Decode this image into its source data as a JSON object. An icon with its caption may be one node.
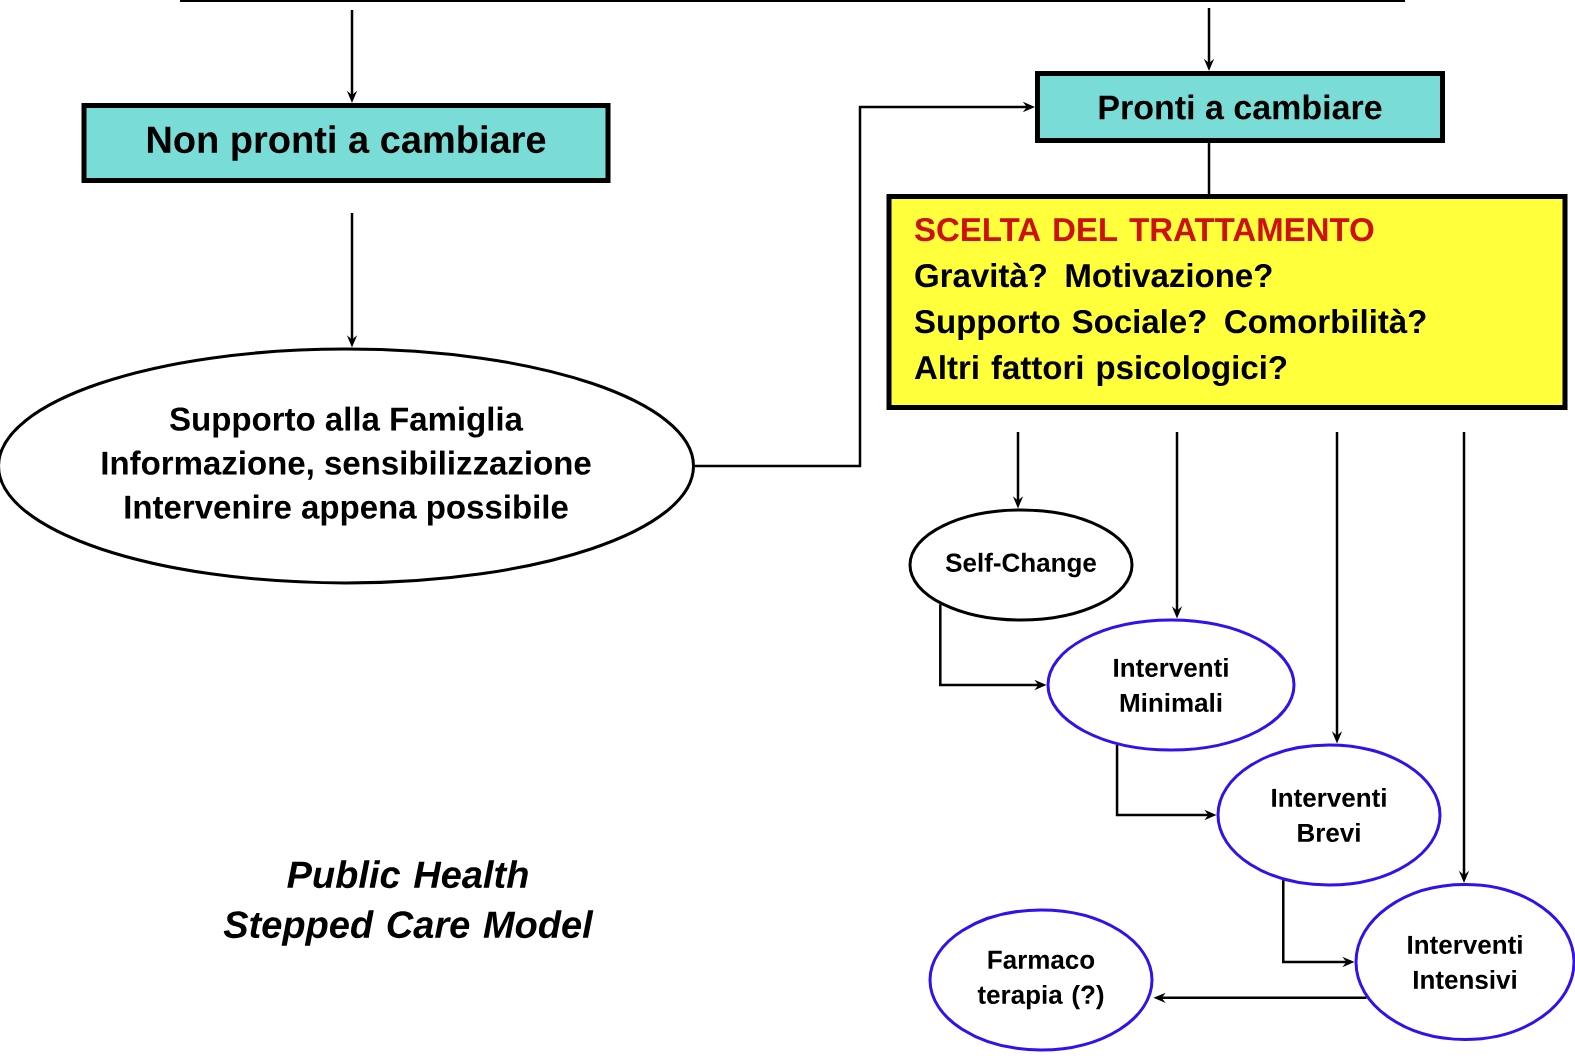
{
  "diagram": {
    "nodes": [
      {
        "text": [
          "Non pronti a cambiare"
        ]
      },
      {
        "text": [
          "Pronti a cambiare"
        ]
      },
      {
        "text": [
          "Supporto alla Famiglia",
          "Informazione, sensibilizzazione",
          "Intervenire appena possibile"
        ]
      },
      {
        "text": [
          "SCELTA DEL TRATTAMENTO",
          "Gravità? Motivazione?",
          "Supporto Sociale? Comorbilità?",
          "Altri fattori psicologici?"
        ]
      },
      {
        "text": [
          "Self-Change"
        ]
      },
      {
        "text": [
          "Interventi Minimali"
        ]
      },
      {
        "text": [
          "Interventi Brevi"
        ]
      },
      {
        "text": [
          "Interventi Intensivi"
        ]
      },
      {
        "text": [
          "Farmaco terapia (?)"
        ]
      }
    ],
    "edges": [
      {
        "from": null,
        "to": 0,
        "arrow": "to"
      },
      {
        "from": null,
        "to": 1,
        "arrow": "to"
      },
      {
        "from": 0,
        "to": 2,
        "arrow": "to"
      },
      {
        "from": 2,
        "to": 1,
        "arrow": "to"
      },
      {
        "from": 1,
        "to": 3,
        "arrow": "none"
      },
      {
        "from": 3,
        "to": 4,
        "arrow": "to"
      },
      {
        "from": 3,
        "to": 5,
        "arrow": "to"
      },
      {
        "from": 3,
        "to": 6,
        "arrow": "to"
      },
      {
        "from": 3,
        "to": 7,
        "arrow": "to"
      },
      {
        "from": 4,
        "to": 5,
        "arrow": "to"
      },
      {
        "from": 5,
        "to": 6,
        "arrow": "to"
      },
      {
        "from": 6,
        "to": 7,
        "arrow": "to"
      },
      {
        "from": 7,
        "to": 8,
        "arrow": "to"
      }
    ],
    "labels": [
      "Public Health Stepped Care Model"
    ]
  }
}
